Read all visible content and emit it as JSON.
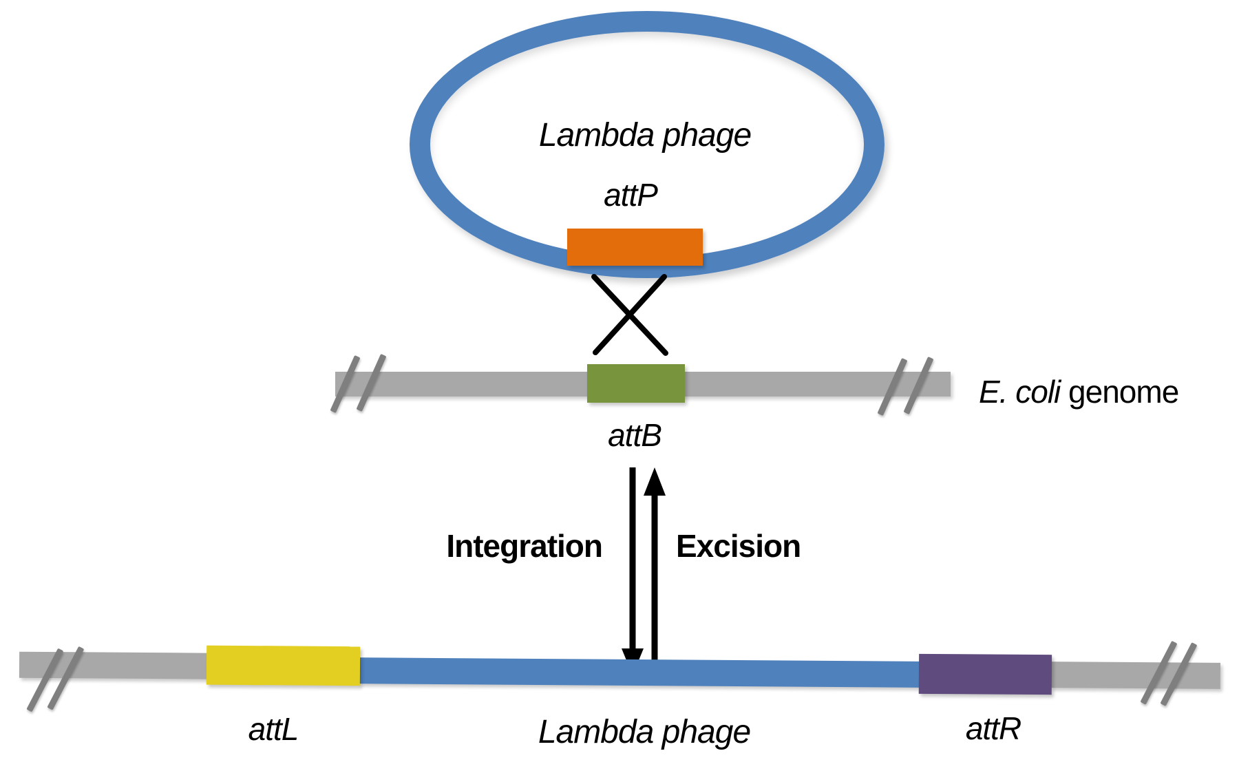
{
  "plasmid": {
    "name": "Lambda phage",
    "site": "attP"
  },
  "host_genome": {
    "name_italic": "E. coli",
    "name_regular": " genome",
    "site": "attB"
  },
  "process": {
    "down": "Integration",
    "up": "Excision"
  },
  "integrated_prophage": {
    "left_site": "attL",
    "name": "Lambda phage",
    "right_site": "attR"
  },
  "colors": {
    "phage_blue": "#4f81bd",
    "attP_orange": "#e36d0b",
    "attB_green": "#78953d",
    "attL_yellow": "#e3cf22",
    "attR_purple": "#5f4b7e",
    "genome_gray": "#a8a8a8",
    "break_slash_gray": "#7f7f7f",
    "ink_black": "#000000"
  }
}
